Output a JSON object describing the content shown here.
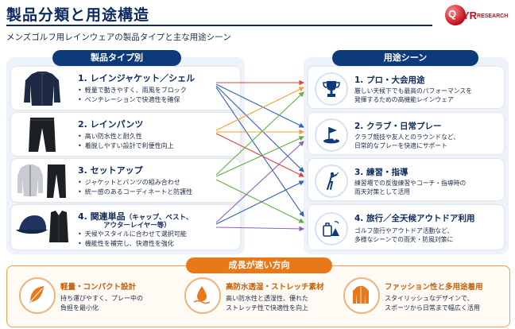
{
  "header": {
    "title": "製品分類と用途構造",
    "subtitle": "メンズゴルフ用レインウェアの製品タイプと主な用途シーン",
    "logo": {
      "q": "Q",
      "yr": "YR",
      "research": "RESEARCH"
    }
  },
  "product_types": {
    "heading": "製品タイプ別",
    "items": [
      {
        "title": "1. レインジャケット／シェル",
        "bullets": [
          "軽量で動きやすく、雨風をブロック",
          "ベンチレーションで快適性を確保"
        ]
      },
      {
        "title": "2. レインパンツ",
        "bullets": [
          "高い防水性と耐久性",
          "着脱しやすい設計で利便性向上"
        ]
      },
      {
        "title": "3. セットアップ",
        "bullets": [
          "ジャケットとパンツの組み合わせ",
          "統一感のあるコーディネートと防護性"
        ]
      },
      {
        "title": "4. 関連単品",
        "title_note": "（キャップ、ベスト、",
        "title_note2": "アウターレイヤー等）",
        "bullets": [
          "天候やスタイルに合わせて選択可能",
          "機能性を補完し、快適性を強化"
        ]
      }
    ]
  },
  "use_scenes": {
    "heading": "用途シーン",
    "items": [
      {
        "title": "1. プロ・大会用途",
        "desc": [
          "厳しい天候下でも最高のパフォーマンスを",
          "発揮するための高機能レインウェア"
        ],
        "icon": "trophy-icon"
      },
      {
        "title": "2. クラブ・日常プレー",
        "desc": [
          "クラブ競技や友人とのラウンドなど、",
          "日常的なプレーを快適にサポート"
        ],
        "icon": "golf-flag-icon"
      },
      {
        "title": "3. 練習・指導",
        "desc": [
          "練習場での反復練習やコーチ・指導時の",
          "雨天対策として活用"
        ],
        "icon": "golfer-icon"
      },
      {
        "title": "4. 旅行／全天候アウトドア利用",
        "desc": [
          "ゴルフ旅行やアウトドア活動など、",
          "多様なシーンでの雨天・防風対策に"
        ],
        "icon": "travel-icon"
      }
    ]
  },
  "growth": {
    "heading": "成長が速い方向",
    "items": [
      {
        "title": "軽量・コンパクト設計",
        "desc": [
          "持ち運びやすく、プレー中の",
          "負担を最小化"
        ],
        "icon": "feather-icon"
      },
      {
        "title": "高防水透湿・ストレッチ素材",
        "desc": [
          "高い防水性と透湿性、優れた",
          "ストレッチ性で快適性を向上"
        ],
        "icon": "water-drop-icon"
      },
      {
        "title": "ファッション性と多用途着用",
        "desc": [
          "スタイリッシュなデザインで、",
          "スポーツから日常まで幅広く活用"
        ],
        "icon": "jacket-icon"
      }
    ]
  },
  "colors": {
    "navy": "#0d2b5e",
    "orange": "#e8781a",
    "arrow_red": "#e04040",
    "arrow_blue": "#3060c0",
    "arrow_green": "#60b040",
    "arrow_purple": "#9060c0",
    "arrow_orange": "#f0a030"
  }
}
